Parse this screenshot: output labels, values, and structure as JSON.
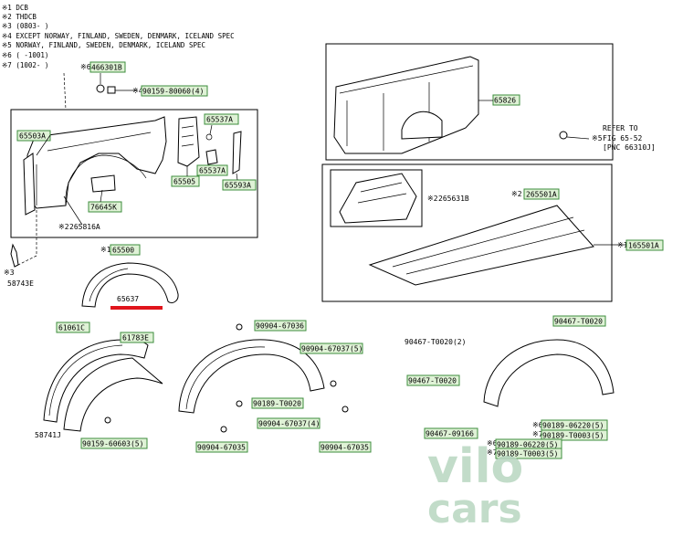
{
  "notes": [
    "※1 DCB",
    "※2 THDCB",
    "※3 (0803-    )",
    "※4 EXCEPT NORWAY, FINLAND, SWEDEN, DENMARK, ICELAND SPEC",
    "※5 NORWAY, FINLAND, SWEDEN, DENMARK, ICELAND SPEC",
    "※6 (     -1001)",
    "※7 (1002-     )"
  ],
  "refer": {
    "line1": "REFER TO",
    "line2": "FIG 65-52",
    "line3": "[PNC 66310J]",
    "mark": "※5"
  },
  "parts": {
    "p466301B": "466301B",
    "p90159_80060": "90159-80060(4)",
    "m90159": "※4",
    "p65503A": "65503A",
    "p65537A_1": "65537A",
    "p65537A_2": "65537A",
    "p65505": "65505",
    "p65593A": "65593A",
    "p76645K": "76645K",
    "p265816A": "265816A",
    "m265816A": "※2",
    "p65500": "65500",
    "m65500": "※1",
    "m466301B": "※6",
    "m58743E": "※3",
    "p58743E": "58743E",
    "p65637": "65637",
    "p65826": "65826",
    "p265631B": "265631B",
    "m265631B": "※2",
    "p265501A": "265501A",
    "m265501A": "※2",
    "p165501A": "165501A",
    "m165501A": "※1",
    "p61061C": "61061C",
    "p61783E": "61783E",
    "p58741J": "58741J",
    "p90159_60603": "90159-60603(5)",
    "p90904_67036": "90904-67036",
    "p90904_67037_5": "90904-67037(5)",
    "p90189_T0020": "90189-T0020",
    "p90904_67037_4": "90904-67037(4)",
    "p90904_67035_a": "90904-67035",
    "p90904_67035_b": "90904-67035",
    "p90467_T0020_top": "90467-T0020",
    "p90467_T0020_2": "90467-T0020(2)",
    "p90467_T0020_mid": "90467-T0020",
    "p90467_09166": "90467-09166",
    "p90189_06220_5a": "90189-06220(5)",
    "m90189_06220_a": "※6",
    "p90189_T0003_5a": "90189-T0003(5)",
    "m90189_T0003_a": "※7",
    "p90189_06220_5b": "90189-06220(5)",
    "m90189_06220_b": "※6",
    "p90189_T0003_5b": "90189-T0003(5)",
    "m90189_T0003_b": "※7"
  },
  "watermark": {
    "line1": "vilo",
    "line2": "cars"
  },
  "colors": {
    "label_fill": "#dff2d6",
    "label_border": "#3c8c3c",
    "highlight": "#e0141c",
    "watermark": "#b8d6c0"
  }
}
